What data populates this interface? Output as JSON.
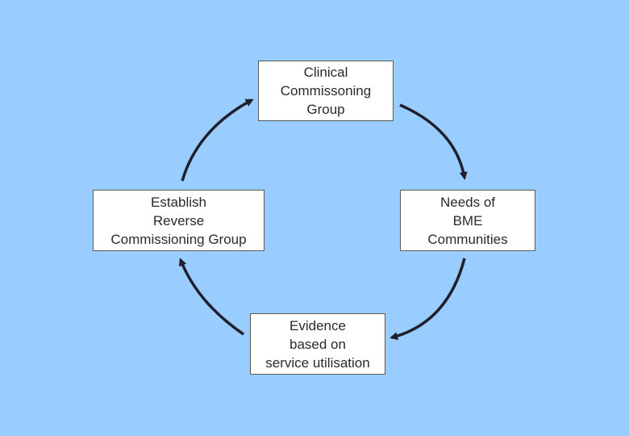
{
  "diagram": {
    "background_color": "#99ccff",
    "arrow_color": "#1f1f2e",
    "nodes": {
      "top": "Clinical\nCommissoning\nGroup",
      "right": "Needs of\nBME\nCommunities",
      "bottom": "Evidence\nbased on\nservice utilisation",
      "left": "Establish\nReverse\nCommissioning Group"
    }
  }
}
